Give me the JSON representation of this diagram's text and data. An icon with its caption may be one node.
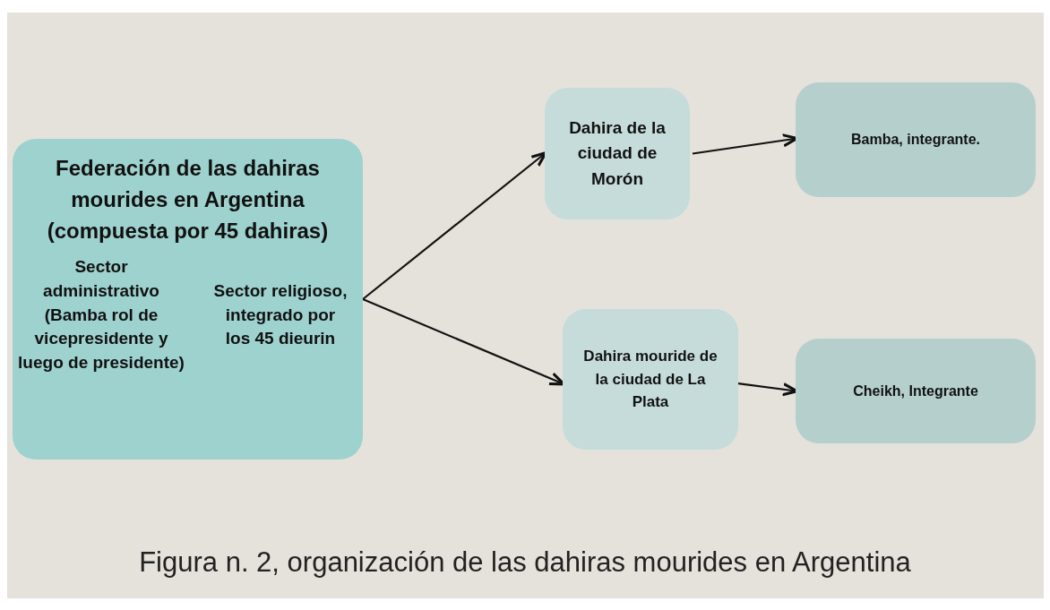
{
  "diagram": {
    "caption": "Figura n. 2, organización de las dahiras mourides en Argentina",
    "nodes": [
      {
        "text": [
          "Federación de las dahiras mourides en Argentina (compuesta por 45 dahiras)",
          "Sector administrativo (Bamba rol de vicepresidente y luego de presidente)",
          "Sector religioso, integrado por los 45 dieurin"
        ]
      },
      {
        "text": [
          "Dahira de la ciudad de Morón"
        ]
      },
      {
        "text": [
          "Bamba, integrante."
        ]
      },
      {
        "text": [
          "Dahira mouride de la ciudad de La Plata"
        ]
      },
      {
        "text": [
          "Cheikh, Integrante"
        ]
      }
    ],
    "edges": [
      {
        "from": 0,
        "to": 1,
        "arrow": "to"
      },
      {
        "from": 0,
        "to": 3,
        "arrow": "to"
      },
      {
        "from": 1,
        "to": 2,
        "arrow": "to"
      },
      {
        "from": 3,
        "to": 4,
        "arrow": "to"
      }
    ]
  }
}
